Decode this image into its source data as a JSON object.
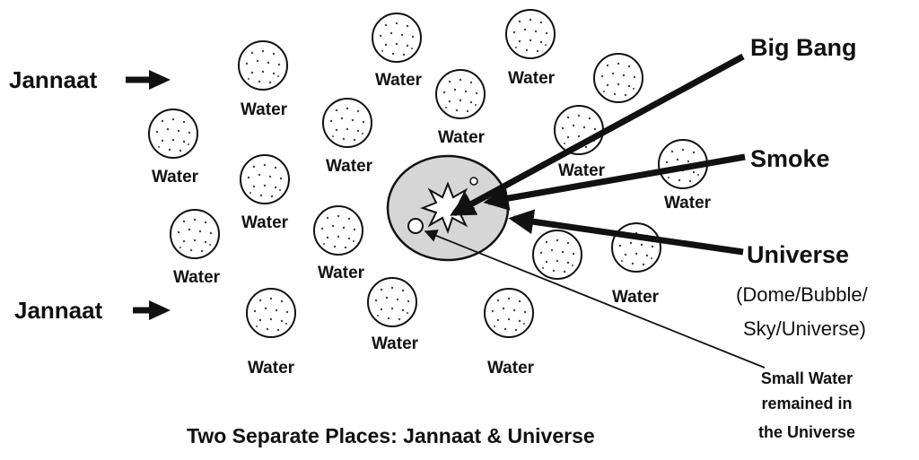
{
  "side_labels": {
    "top": "Jannaat",
    "bottom": "Jannaat"
  },
  "water_label": "Water",
  "pointer_labels": {
    "big_bang": "Big Bang",
    "smoke": "Smoke",
    "universe": "Universe",
    "universe_note_line1": "(Dome/Bubble/",
    "universe_note_line2": "Sky/Universe)",
    "small_water_line1": "Small Water",
    "small_water_line2": "remained in",
    "small_water_line3": "the Universe"
  },
  "caption": "Two Separate Places: Jannaat & Universe",
  "colors": {
    "universe_fill": "#d6d6d6",
    "ink": "#111111"
  }
}
